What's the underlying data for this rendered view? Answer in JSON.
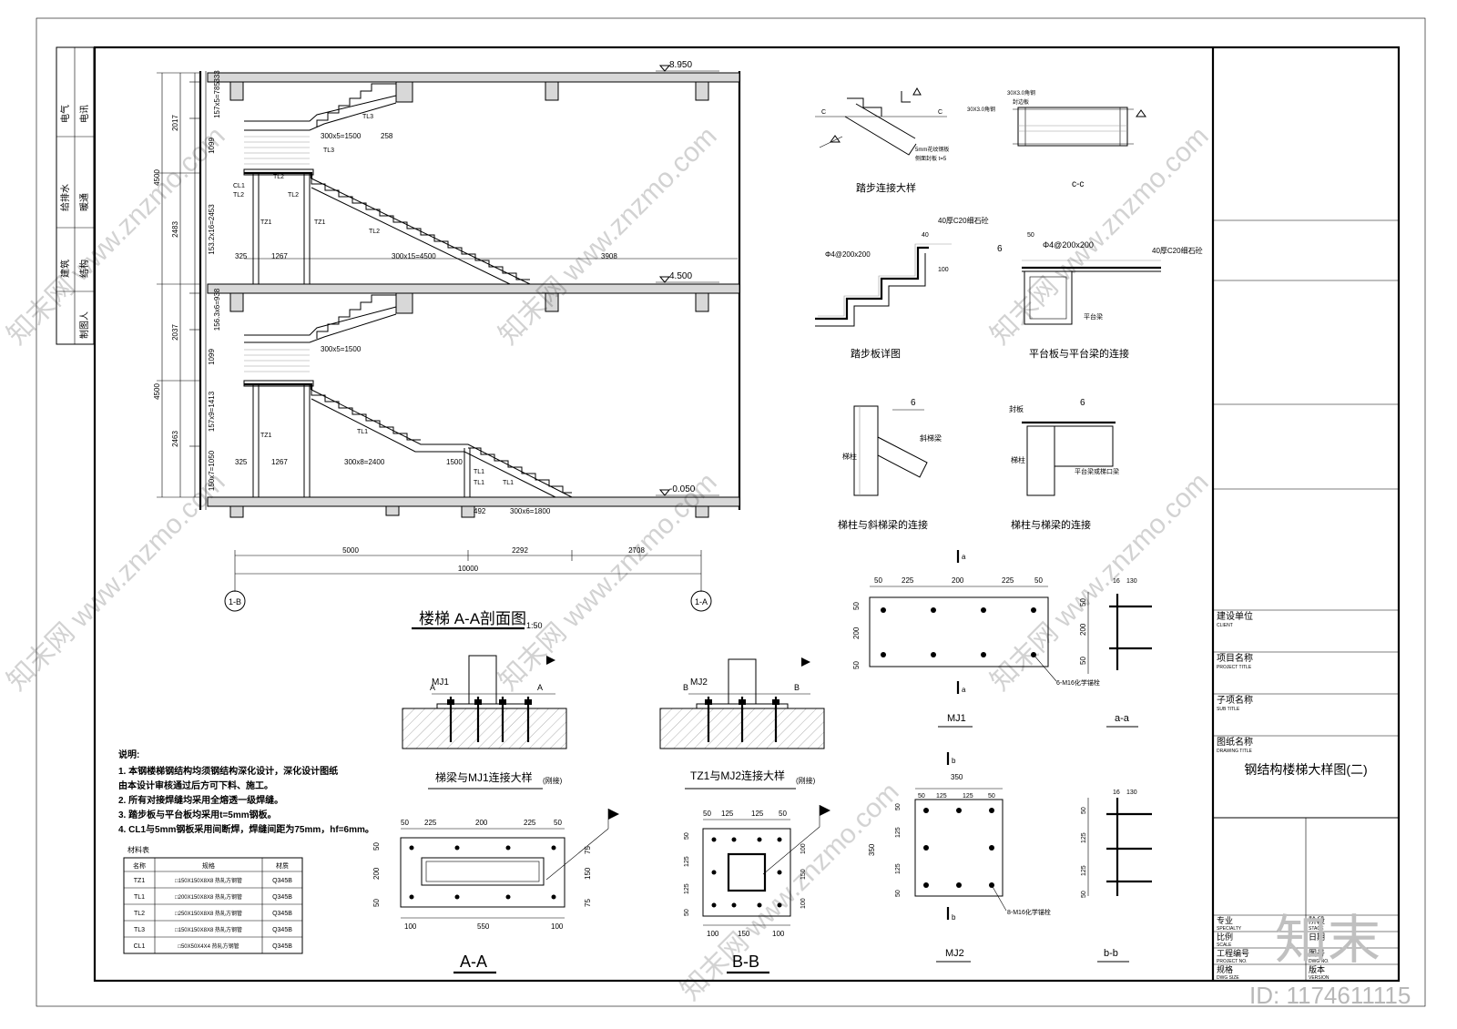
{
  "sheet": {
    "watermark": "知末网 www.znzmo.com",
    "logo": "知末",
    "id_text": "ID: 1174611115"
  },
  "sign_strip": {
    "labels": [
      "电气",
      "电讯",
      "给排水",
      "暖通",
      "建筑",
      "结构",
      "制图人"
    ]
  },
  "title_block": {
    "client_cn": "建设单位",
    "client_en": "CLIENT",
    "project_cn": "项目名称",
    "project_en": "PROJECT TITLE",
    "subtitle_cn": "子项名称",
    "subtitle_en": "SUB TITLE",
    "drawing_cn": "图纸名称",
    "drawing_en": "DRAWING TITLE",
    "drawing_title": "钢结构楼梯大样图(二)",
    "specialty_cn": "专业",
    "specialty_en": "SPECIALTY",
    "scale_cn": "比例",
    "scale_en": "SCALE",
    "project_no_cn": "工程编号",
    "project_no_en": "PROJECT NO.",
    "size_cn": "规格",
    "size_en": "DWG SIZE",
    "stage_cn": "阶段",
    "stage_en": "STAGE",
    "drawing_no_cn": "图号",
    "drawing_no_en": "DWG NO.",
    "version_cn": "版本",
    "version_en": "VERSION",
    "date_cn": "日期"
  },
  "section": {
    "title": "楼梯 A-A剖面图",
    "scale": "1:50",
    "levels": [
      "8.950",
      "4.500",
      "-0.050"
    ],
    "left_dims": [
      "333",
      "157x5=785",
      "1099",
      "153.2x16=2453",
      "2017",
      "2483",
      "4500",
      "156.3x6=938",
      "1099",
      "157x9=1413",
      "150x7=1050",
      "2037",
      "2463",
      "4500"
    ],
    "horiz_dims": [
      "5000",
      "2292",
      "2708",
      "10000"
    ],
    "axis_left": "1-B",
    "axis_right": "1-A",
    "floor2": {
      "flight_top": "300x5=1500",
      "landing": "258",
      "flight_long": "300x15=4500",
      "d325": "325",
      "d1267": "1267",
      "d3908": "3908"
    },
    "floor1": {
      "flight_top": "300x5=1500",
      "flight_mid": "300x8=2400",
      "landing": "1500",
      "d325": "325",
      "d1267": "1267",
      "d492": "492",
      "flight_bot": "300x6=1800"
    },
    "members": [
      "TL3",
      "TL3",
      "TL2",
      "TL2",
      "TL2",
      "CL1",
      "TZ1",
      "TZ1",
      "TL2",
      "TL1",
      "TL1",
      "TZ1",
      "TL1",
      "TL1"
    ]
  },
  "details": {
    "step_conn": {
      "title": "踏步连接大样",
      "note1": "5mm花纹钢板",
      "note2": "侧面封板 t=5",
      "cut": "C"
    },
    "cc": {
      "title": "c-c",
      "n1": "30X3.0角钢",
      "n2": "封边板",
      "n3": "30X3.0角钢"
    },
    "tread": {
      "title": "踏步板详图",
      "n1": "40厚C20细石砼",
      "n2": "Φ4@200x200",
      "d40": "40",
      "d100": "100"
    },
    "platform": {
      "title": "平台板与平台梁的连接",
      "n1": "Φ4@200x200",
      "n2": "40厚C20细石砼",
      "n3": "平台梁",
      "d50": "50",
      "w6": "6"
    },
    "col_slant": {
      "title": "梯柱与斜梯梁的连接",
      "n1": "梯柱",
      "n2": "斜梯梁",
      "w6": "6"
    },
    "col_beam": {
      "title": "梯柱与梯梁的连接",
      "n1": "封板",
      "n2": "梯柱",
      "n3": "平台梁或梯口梁",
      "w6": "6"
    },
    "mj1_conn": {
      "title": "梯梁与MJ1连接大样",
      "sub": "(刚接)",
      "label": "MJ1",
      "a": "A"
    },
    "mj2_conn": {
      "title": "TZ1与MJ2连接大样",
      "sub": "(刚接)",
      "label": "MJ2",
      "b": "B"
    },
    "mj1": {
      "title": "MJ1",
      "dims_top": [
        "50",
        "225",
        "200",
        "225",
        "50"
      ],
      "dims_left": [
        "50",
        "200",
        "50"
      ],
      "note": "6-M16化学锚栓",
      "cut": "a"
    },
    "aa": {
      "title": "a-a",
      "d16": "16",
      "d130": "130",
      "dims": [
        "50",
        "200",
        "50"
      ]
    },
    "mj2": {
      "title": "MJ2",
      "dims_top": [
        "350",
        "50",
        "125",
        "125",
        "50"
      ],
      "dims_left": [
        "50",
        "125",
        "125",
        "50"
      ],
      "total": "350",
      "note": "8-M16化学锚栓",
      "cut": "b"
    },
    "bb": {
      "title": "b-b",
      "d16": "16",
      "d130": "130",
      "dims": [
        "50",
        "125",
        "125",
        "50"
      ]
    },
    "AA": {
      "title": "A-A",
      "dims_top": [
        "50",
        "225",
        "200",
        "225",
        "50"
      ],
      "dims_bot": [
        "100",
        "550",
        "100"
      ],
      "dims_left": [
        "50",
        "200",
        "50"
      ],
      "dims_right": [
        "75",
        "150",
        "75"
      ]
    },
    "BB": {
      "title": "B-B",
      "dims_top": [
        "50",
        "125",
        "125",
        "50"
      ],
      "dims_bot": [
        "100",
        "150",
        "100"
      ],
      "dims_left": [
        "50",
        "125",
        "125",
        "50"
      ],
      "dims_right": [
        "100",
        "150",
        "100"
      ]
    }
  },
  "notes": {
    "title": "说明:",
    "lines": [
      "1. 本钢楼梯钢结构均须钢结构深化设计，深化设计图纸",
      "   由本设计审核通过后方可下料、施工。",
      "2. 所有对接焊缝均采用全熔透一级焊缝。",
      "3. 踏步板与平台板均采用t=5mm钢板。",
      "4. CL1与5mm钢板采用间断焊，焊缝间距为75mm，hf=6mm。"
    ]
  },
  "materials": {
    "title": "材料表",
    "headers": [
      "名称",
      "规格",
      "材质"
    ],
    "rows": [
      [
        "TZ1",
        "□150X150X8X8 热轧方钢管",
        "Q345B"
      ],
      [
        "TL1",
        "□200X150X8X8 热轧方钢管",
        "Q345B"
      ],
      [
        "TL2",
        "□250X150X8X8 热轧方钢管",
        "Q345B"
      ],
      [
        "TL3",
        "□150X150X8X8 热轧方钢管",
        "Q345B"
      ],
      [
        "CL1",
        "□50X50X4X4 热轧方钢管",
        "Q345B"
      ]
    ]
  }
}
